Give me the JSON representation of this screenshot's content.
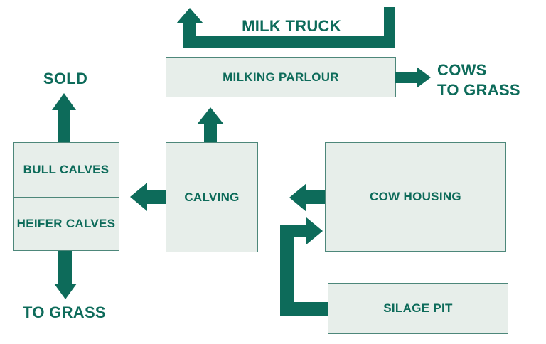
{
  "diagram": {
    "title_implicit": "Dairy farm process flow",
    "colors": {
      "accent_teal": "#0d6b5a",
      "node_fill": "#e7eeea",
      "node_border": "#4d877a",
      "background": "#ffffff"
    },
    "nodes": {
      "milking_parlour": {
        "label": "MILKING PARLOUR"
      },
      "calving": {
        "label": "CALVING"
      },
      "cow_housing": {
        "label": "COW HOUSING"
      },
      "silage_pit": {
        "label": "SILAGE PIT"
      },
      "bull_calves": {
        "label": "BULL CALVES"
      },
      "heifer_calves": {
        "label": "HEIFER CALVES"
      }
    },
    "labels": {
      "milk_truck": "MILK TRUCK",
      "sold": "SOLD",
      "cows_to_grass": "COWS\nTO GRASS",
      "to_grass": "TO GRASS"
    },
    "arrows": [
      "milking-parlour-to-milk-truck",
      "milking-parlour-to-cows-to-grass",
      "calving-to-milking-parlour",
      "calving-to-calves",
      "cow-housing-to-calving",
      "silage-pit-to-cow-housing",
      "bull-calves-to-sold",
      "heifer-calves-to-grass"
    ]
  }
}
